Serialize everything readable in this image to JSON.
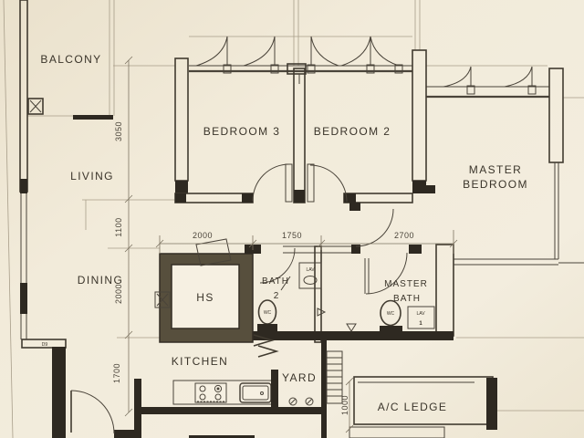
{
  "rooms": {
    "balcony": "BALCONY",
    "living": "LIVING",
    "dining": "DINING",
    "kitchen": "KITCHEN",
    "yard": "YARD",
    "bedroom3": "BEDROOM 3",
    "bedroom2": "BEDROOM 2",
    "master_line1": "MASTER",
    "master_line2": "BEDROOM",
    "hs": "HS",
    "bath2_line1": "BATH",
    "bath2_line2": "2",
    "master_bath_line1": "MASTER",
    "master_bath_line2": "BATH",
    "ac_ledge": "A/C LEDGE"
  },
  "fixtures": {
    "wc_bath2": "WC",
    "wc_master": "WC",
    "lav_bath2": "LAV",
    "lav_master": "LAV",
    "lav_master_tag": "1",
    "door_tag": "D9"
  },
  "dimensions": {
    "living_depth": "3050",
    "corridor_width": "1100",
    "hs_depth": "2000",
    "kitchen_width": "1700",
    "hs_width": "2000",
    "bath2_width": "1750",
    "master_bath_width": "2700",
    "ac_ledge_depth": "1000"
  },
  "colors": {
    "paper": "#f1e9d7",
    "line_dark": "#332d24",
    "hs_wall": "#574f3d"
  }
}
